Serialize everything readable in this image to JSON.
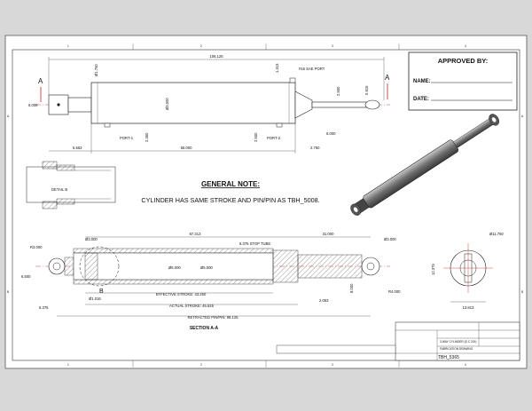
{
  "approval": {
    "title": "APPROVED BY:",
    "name_label": "NAME:",
    "date_label": "DATE:"
  },
  "section_marker": "A",
  "border": {
    "cols": [
      "1",
      "2",
      "3",
      "4"
    ],
    "rows": [
      "A",
      "B"
    ]
  },
  "top_view": {
    "overall_length": "106.125",
    "bore_dim": "Ø1.750",
    "port_size": "#16 SAE PORT",
    "port_offset": "1.313",
    "tube_od": "Ø3.000",
    "rod_dim": "2.500",
    "rod_dim2": "0.915",
    "pin_dim": "6.000",
    "base_len": "5.563",
    "tube_len": "55.000",
    "end_len": "2.750",
    "rod_end_dim": "6.000",
    "ports": [
      "PORT-1",
      "PORT-2"
    ],
    "port_height_1": "2.350",
    "port_height_2": "2.500"
  },
  "detail_label": "DETAIL B",
  "general_note": {
    "title": "GENERAL NOTE:",
    "body": "CYLINDER HAS SAME STROKE AND PIN/PIN AS TBH_5008."
  },
  "section": {
    "label": "SECTION A-A",
    "detail_marker": "B",
    "pin_dia_left": "Ø3.000",
    "radius_left": "R3.000",
    "stroke_len": "67.313",
    "stop_tube": "6.375 STOP TUBE",
    "end_len": "31.000",
    "pin_dia_right": "Ø3.000",
    "rod_bore": "Ø6.000",
    "piston_dia": "Ø5.000",
    "left_height": "6.500",
    "left_offset": "Ø1.016",
    "effective_stroke": "EFFECTIVE STROKE: 43.250",
    "actual_stroke": "ACTUAL STROKE: 45.625",
    "retracted": "RETRACTED PIN/PIN: 99.125",
    "base_offset": "5.375",
    "gland": "2.063",
    "right_height": "8.000",
    "radius_right": "R4.000"
  },
  "end_view": {
    "diameter": "Ø11.750",
    "height": "12.375",
    "width": "13.813"
  },
  "title_block": {
    "part_number": "TBH_5365",
    "description": "3-WAY CYLINDER (D.C.215)",
    "note": "FABRICATION DRAWING"
  }
}
